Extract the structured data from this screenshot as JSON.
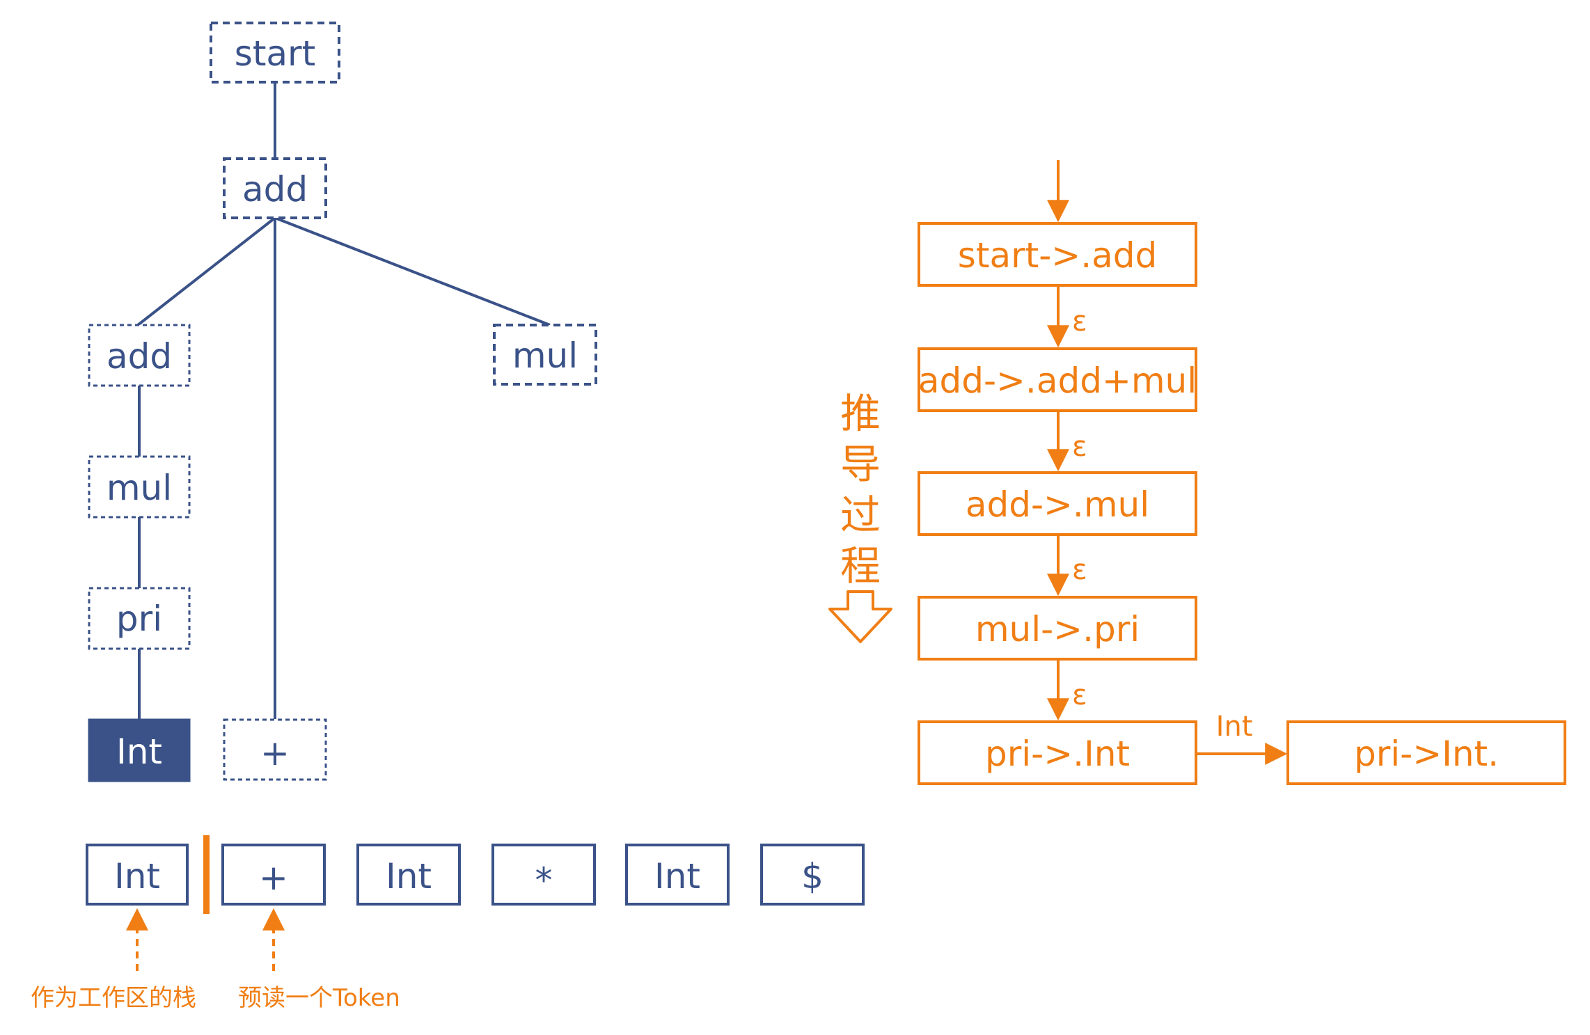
{
  "colors": {
    "tree": "#3a5288",
    "accent": "#f07e14",
    "background": "#ffffff"
  },
  "tree": {
    "nodes": {
      "start": "start",
      "add_root": "add",
      "add_child": "add",
      "mul_right": "mul",
      "mul_left": "mul",
      "pri": "pri",
      "int_leaf": "Int",
      "plus_leaf": "+"
    }
  },
  "tokens": [
    "Int",
    "+",
    "Int",
    "*",
    "Int",
    "$"
  ],
  "annotations": {
    "stack_label": "作为工作区的栈",
    "lookahead_label": "预读一个Token"
  },
  "derivation": {
    "vertical_label": [
      "推",
      "导",
      "过",
      "程"
    ],
    "states": [
      "start->.add",
      "add->.add+mul",
      "add->.mul",
      "mul->.pri",
      "pri->.Int"
    ],
    "epsilon": "ε",
    "final_state": "pri->Int.",
    "transition_label": "Int"
  }
}
